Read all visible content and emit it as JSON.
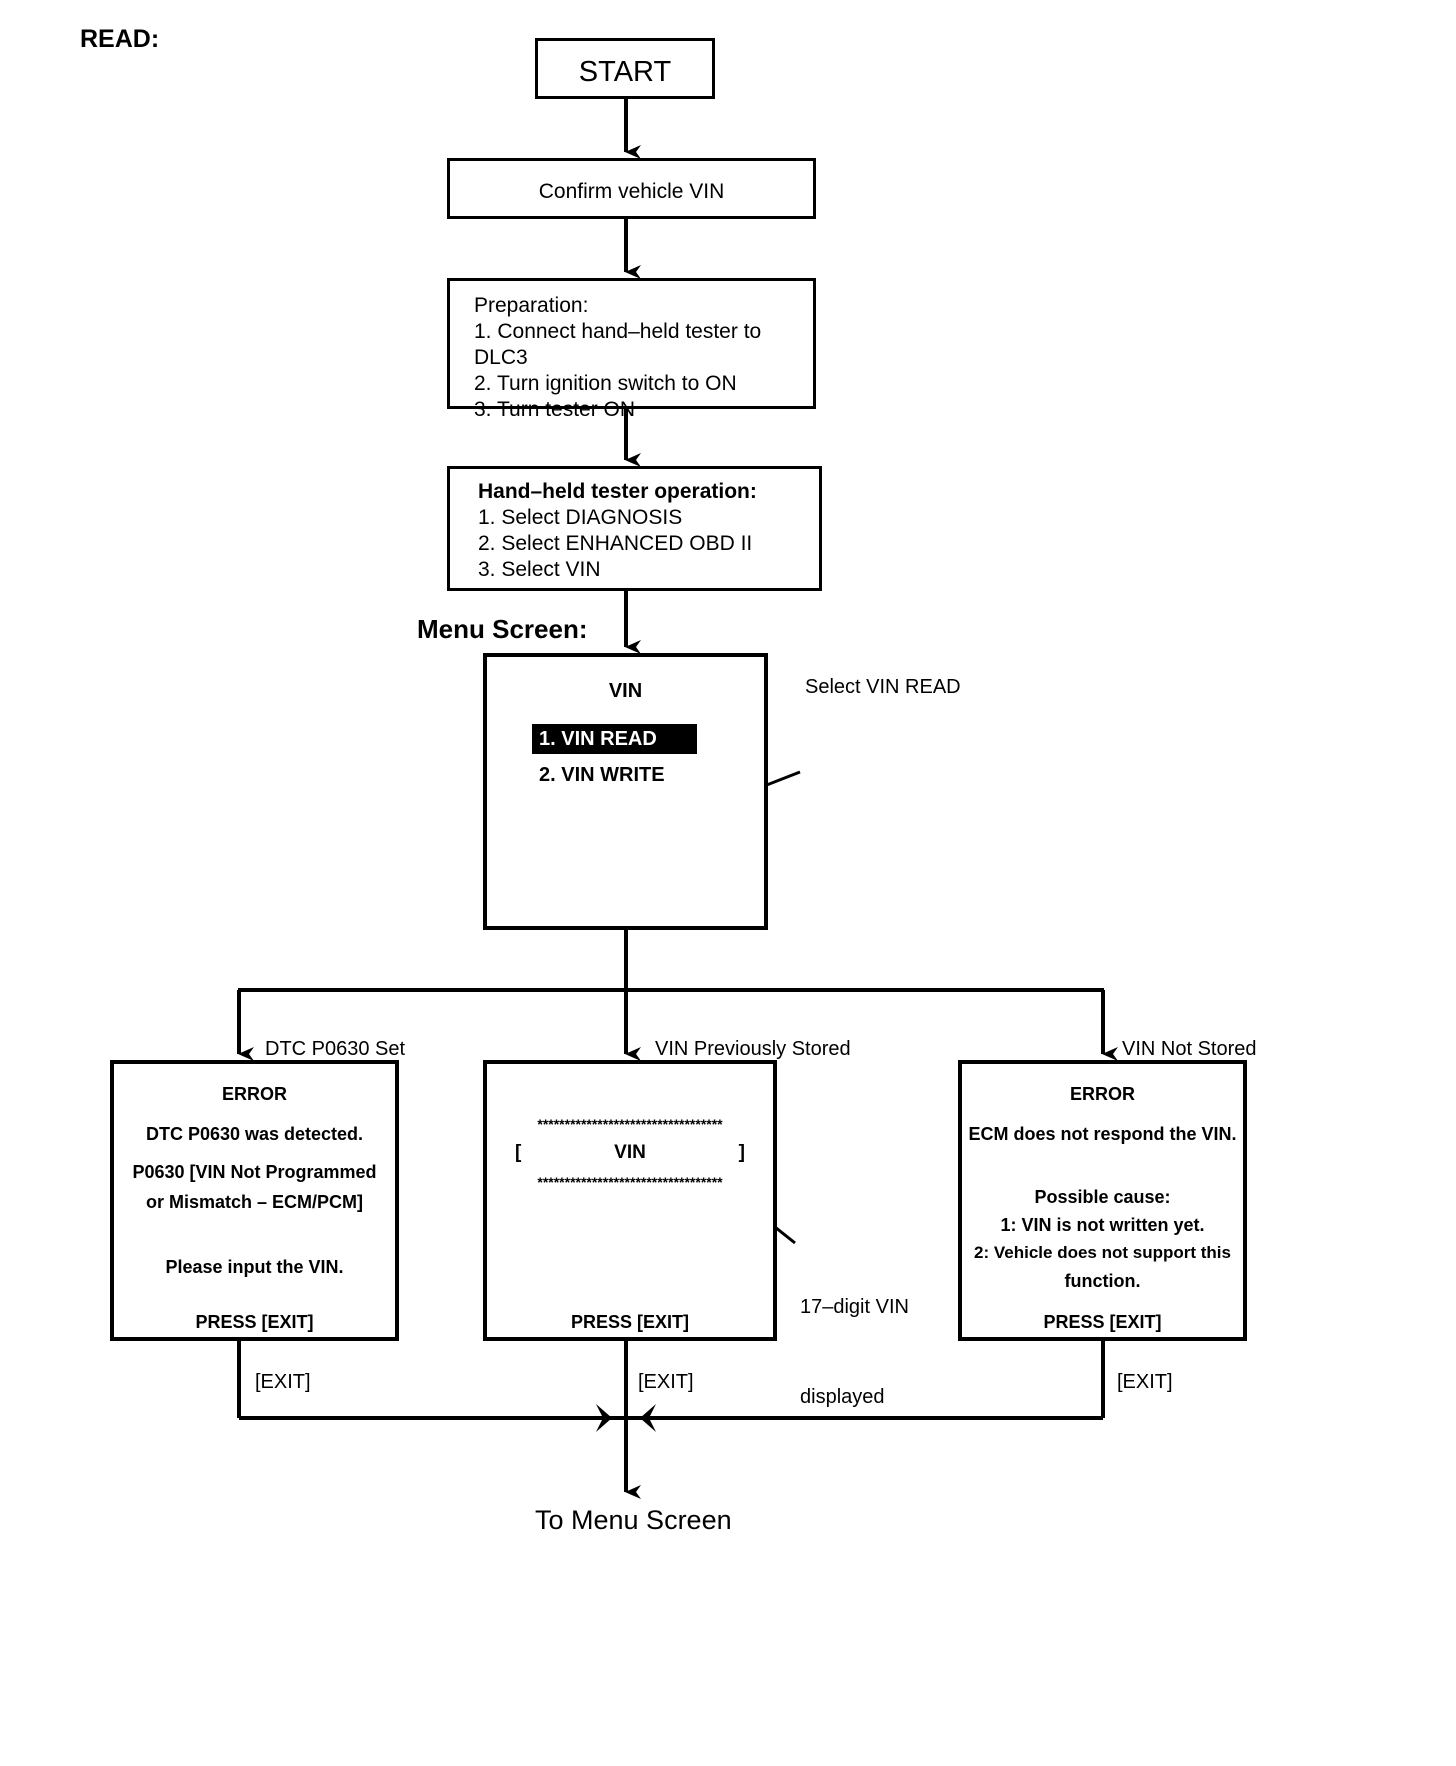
{
  "page": {
    "heading": "READ:"
  },
  "flow": {
    "start": {
      "label": "START"
    },
    "confirm": {
      "label": "Confirm vehicle VIN"
    },
    "preparation": {
      "title": "Preparation:",
      "steps": [
        "1. Connect hand–held tester to DLC3",
        "2. Turn ignition switch to ON",
        "3. Turn tester ON"
      ]
    },
    "tester_operation": {
      "title": "Hand–held tester operation:",
      "steps": [
        "1. Select DIAGNOSIS",
        "2. Select ENHANCED OBD II",
        "3. Select VIN"
      ]
    },
    "menu_screen": {
      "section_label": "Menu Screen:",
      "screen_title": "VIN",
      "items": [
        {
          "label": "1. VIN READ",
          "selected": true
        },
        {
          "label": "2. VIN WRITE",
          "selected": false
        }
      ],
      "callout": "Select VIN READ"
    },
    "branches": [
      {
        "caption": "DTC P0630 Set",
        "screen": {
          "title": "ERROR",
          "lines": [
            "DTC P0630 was detected.",
            "P0630  [VIN Not Programmed",
            "or Mismatch – ECM/PCM]",
            "Please input the VIN."
          ],
          "footer": "PRESS [EXIT]"
        },
        "exit_label": "[EXIT]"
      },
      {
        "caption": "VIN Previously Stored",
        "screen": {
          "asterisks": "**********************************",
          "bracket_open": "[",
          "vin_text": "VIN",
          "bracket_close": "]",
          "footer": "PRESS [EXIT]"
        },
        "callout": {
          "line1": "17–digit VIN",
          "line2": "displayed"
        },
        "exit_label": "[EXIT]"
      },
      {
        "caption": "VIN Not Stored",
        "screen": {
          "title": "ERROR",
          "lines": [
            "ECM does not respond the VIN.",
            "Possible cause:",
            "1: VIN is not written yet.",
            "2: Vehicle does not support this",
            "function."
          ],
          "footer": "PRESS [EXIT]"
        },
        "exit_label": "[EXIT]"
      }
    ],
    "terminal": {
      "label": "To Menu Screen"
    }
  },
  "colors": {
    "stroke": "#000000",
    "background": "#ffffff",
    "highlight_bg": "#000000",
    "highlight_fg": "#ffffff"
  }
}
